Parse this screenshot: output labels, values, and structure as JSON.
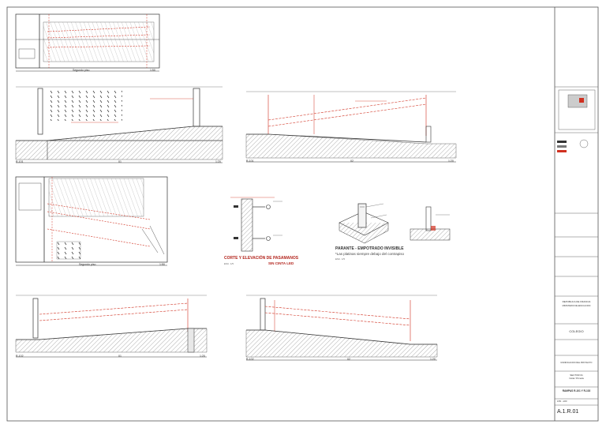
{
  "drawing": {
    "details": [
      {
        "id": "plan-top",
        "caption": "Segundo piso",
        "scale": "1:50"
      },
      {
        "id": "section-r101-a",
        "ref": "R-101",
        "marker": "01",
        "scale": "1:20"
      },
      {
        "id": "section-r101-b",
        "ref": "R-101",
        "marker": "02",
        "scale": "1:20"
      },
      {
        "id": "plan-mid",
        "caption": "Segundo piso",
        "scale": "1:50"
      },
      {
        "id": "section-r102-a",
        "ref": "R-102",
        "marker": "01",
        "scale": "1:20"
      },
      {
        "id": "section-r102-b",
        "ref": "R-102",
        "marker": "02",
        "scale": "1:20"
      }
    ],
    "handrail": {
      "title": "CORTE Y ELEVACIÓN DE PASAMANOS",
      "subtitle": "SIN CINTA LED",
      "scale": "ESC. 1/5"
    },
    "parante": {
      "title": "PARANTE - EMPOTRADO INVISIBLE",
      "note": "*Las platinas siempre debajo del contrapiso",
      "scale": "ESC. 1/5"
    }
  },
  "title_block": {
    "country": "REPUBLICA DE FRANCIA",
    "ministry": "MINISTERIO DE EDUCACIÓN",
    "building_type": "COLEGIO",
    "project": "MUNIFICACIÓN DEL PROYECTO",
    "sector": "SECTOR 01",
    "level": "Inicial / Primaria",
    "sheet_title": "RAMPAS R-101 Y R-102",
    "scale": "1/50 - 1/20",
    "sheet_number": "A.1.R.01"
  },
  "colors": {
    "line": "#1a1a1a",
    "red": "#d03020",
    "hatch": "#777777"
  }
}
